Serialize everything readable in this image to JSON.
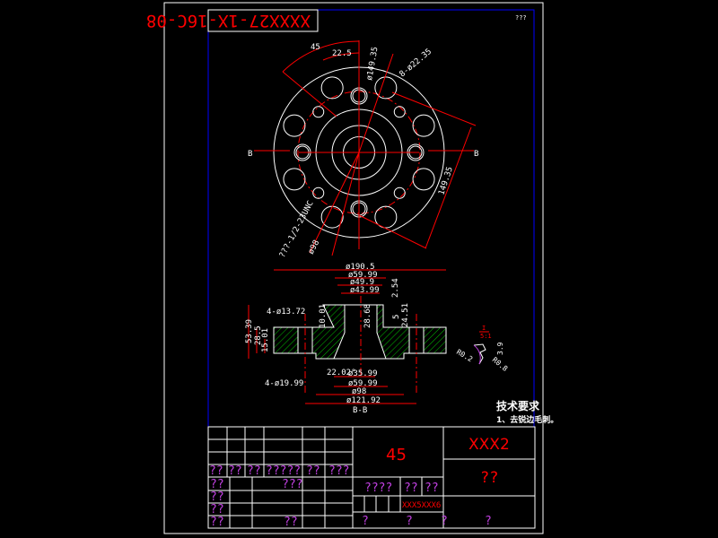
{
  "drawing_number": "XXXX27-1X-16C-08",
  "corner_mark": "???",
  "top_view": {
    "dims": [
      "45",
      "22.5",
      "ø149.35",
      "8-ø22.35",
      "149.35",
      "???-1/2-23UNC",
      "ø98"
    ],
    "section_marker_left": "B",
    "section_marker_right": "B"
  },
  "section_view": {
    "dims": [
      "ø190.5",
      "ø59.99",
      "ø49.9",
      "ø43.99",
      "2.54",
      "4-ø13.72",
      "10.01",
      "28.68",
      "5",
      "24.51",
      "53.39",
      "28.5",
      "15.01",
      "22.02°",
      "ø35.99",
      "4-ø19.99",
      "ø59.99",
      "ø98",
      "ø121.92"
    ],
    "label": "B-B"
  },
  "detail": {
    "label_top": "I",
    "label_bottom": "5:1",
    "dims": [
      "R0.2",
      "R0.8",
      "3.9"
    ]
  },
  "tech_requirements": {
    "title": "技术要求",
    "items": [
      "1、去锐边毛刺。"
    ]
  },
  "title_block": {
    "material": "45",
    "part_code": "XXX2",
    "part_name": "??",
    "header_row": [
      "??",
      "??",
      "??",
      "?????",
      "??",
      "???"
    ],
    "row_labels": [
      "??",
      "??",
      "??",
      "??"
    ],
    "mid_cell": "???",
    "bottom_cell": "??",
    "stage_labels": [
      "????",
      "??",
      "??"
    ],
    "drawing_code": "XXX5XXX6",
    "bottom_marks": [
      "?",
      "?",
      "?",
      "?"
    ]
  },
  "colors": {
    "frame": "#ffffff",
    "border": "#0000ff",
    "dimension": "#ff0000",
    "hatch": "#00c000",
    "annotation": "#c040e0"
  }
}
